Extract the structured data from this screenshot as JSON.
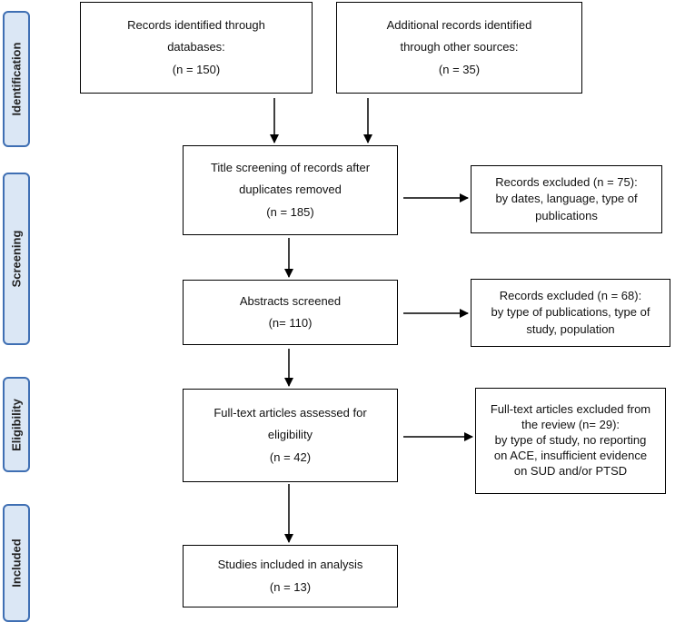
{
  "phases": {
    "identification": "Identification",
    "screening": "Screening",
    "eligibility": "Eligibility",
    "included": "Included"
  },
  "boxes": {
    "db_records": [
      "Records identified through",
      "databases:",
      "(n = 150)"
    ],
    "other_records": [
      "Additional records identified",
      "through other sources:",
      "(n = 35)"
    ],
    "title_screening": [
      "Title screening of records after",
      "duplicates removed",
      "(n = 185)"
    ],
    "excluded_1": [
      "Records excluded (n = 75):",
      "by dates, language, type of",
      "publications"
    ],
    "abstracts": [
      "Abstracts screened",
      "(n=   110)"
    ],
    "excluded_2": [
      "Records excluded (n = 68):",
      "by type of publications, type of",
      "study, population"
    ],
    "fulltext": [
      "Full-text articles assessed for",
      "eligibility",
      "(n = 42)"
    ],
    "excluded_3": [
      "Full-text articles excluded from",
      "the review (n= 29):",
      "by type of study, no reporting",
      "on ACE, insufficient evidence",
      "on SUD and/or PTSD"
    ],
    "included": [
      "Studies included in analysis",
      "(n = 13)"
    ]
  }
}
